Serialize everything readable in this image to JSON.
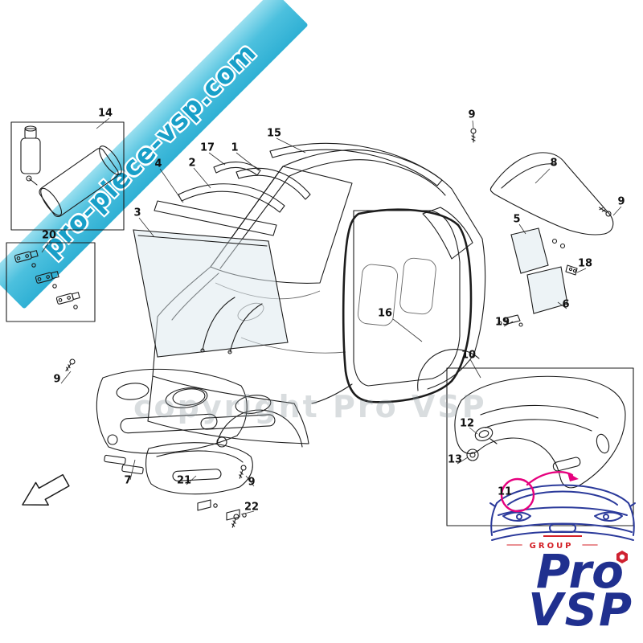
{
  "banner": {
    "text": "pro-piece-vsp.com",
    "color": "#2fb0d4"
  },
  "copyright_watermark": {
    "text": "copyright Pro VSP"
  },
  "logo": {
    "brand_top": "Pro",
    "brand_bottom": "VSP",
    "group_label": "GROUP",
    "blue": "#20308f",
    "red": "#d42027",
    "pink": "#e6007e"
  },
  "callouts": [
    {
      "label": "14"
    },
    {
      "label": "9"
    },
    {
      "label": "15"
    },
    {
      "label": "17"
    },
    {
      "label": "1"
    },
    {
      "label": "2"
    },
    {
      "label": "4"
    },
    {
      "label": "8"
    },
    {
      "label": "9"
    },
    {
      "label": "3"
    },
    {
      "label": "5"
    },
    {
      "label": "20"
    },
    {
      "label": "18"
    },
    {
      "label": "6"
    },
    {
      "label": "19"
    },
    {
      "label": "16"
    },
    {
      "label": "10"
    },
    {
      "label": "9"
    },
    {
      "label": "12"
    },
    {
      "label": "13"
    },
    {
      "label": "7"
    },
    {
      "label": "21"
    },
    {
      "label": "9"
    },
    {
      "label": "11"
    },
    {
      "label": "22"
    }
  ]
}
